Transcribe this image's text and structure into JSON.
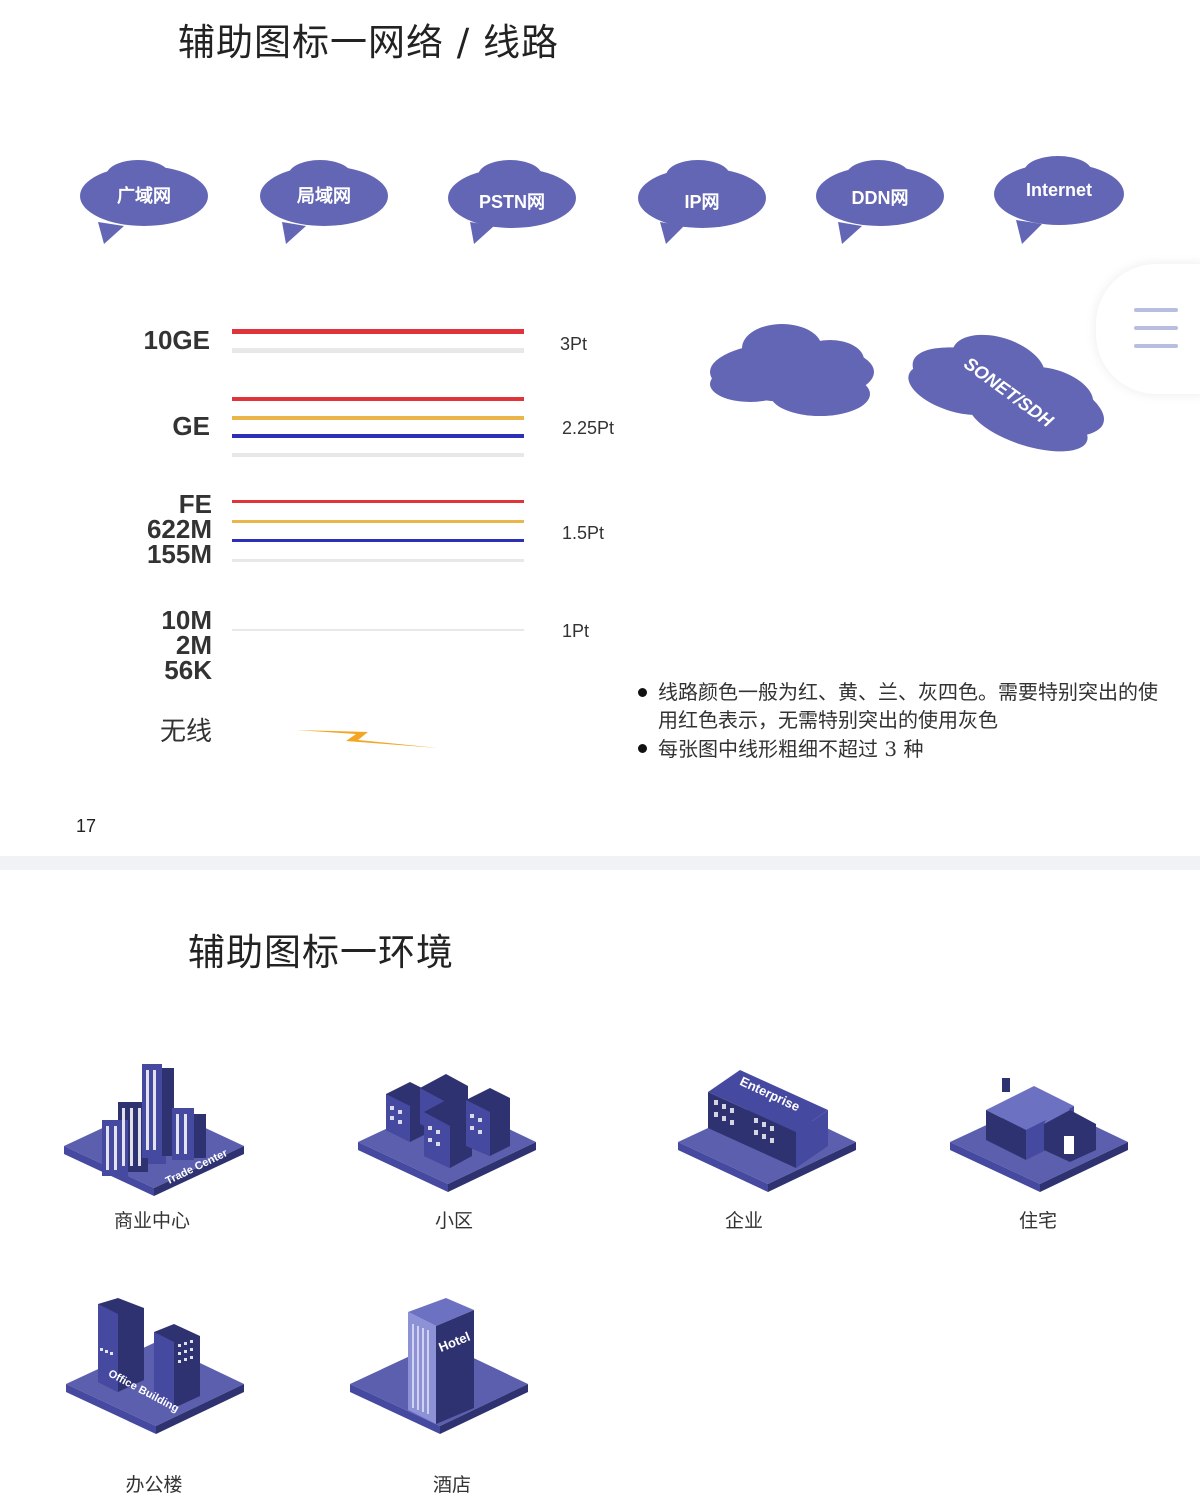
{
  "slide1": {
    "title": "辅助图标一网络 / 线路",
    "clouds": [
      "广域网",
      "局域网",
      "PSTN网",
      "IP网",
      "DDN网",
      "Internet"
    ],
    "big_cloud_label": "SONET/SDH",
    "line_specs": [
      {
        "labels": [
          "10GE"
        ],
        "weight": "3Pt"
      },
      {
        "labels": [
          "GE"
        ],
        "weight": "2.25Pt"
      },
      {
        "labels": [
          "FE",
          "622M",
          "155M"
        ],
        "weight": "1.5Pt"
      },
      {
        "labels": [
          "10M",
          "2M",
          "56K"
        ],
        "weight": "1Pt"
      }
    ],
    "wireless_label": "无线",
    "notes": [
      "线路颜色一般为红、黄、兰、灰四色。需要特别突出的使用红色表示，无需特别突出的使用灰色",
      "每张图中线形粗细不超过 3 种"
    ],
    "page_number": "17",
    "colors": {
      "cloud": "#6366b4",
      "red": "#e0343b",
      "yellow": "#eab64a",
      "blue": "#2d2fb8",
      "gray": "#e8e8e8",
      "lightning": "#f2a623"
    }
  },
  "slide2": {
    "title": "辅助图标一环境",
    "icons": [
      {
        "label": "商业中心",
        "sign": "Trade Center",
        "icon": "trade-center-icon"
      },
      {
        "label": "小区",
        "icon": "residential-area-icon"
      },
      {
        "label": "企业",
        "sign": "Enterprise",
        "icon": "enterprise-icon"
      },
      {
        "label": "住宅",
        "icon": "house-icon"
      },
      {
        "label": "办公楼",
        "sign": "Office Building",
        "icon": "office-building-icon"
      },
      {
        "label": "酒店",
        "sign": "Hotel",
        "icon": "hotel-icon"
      }
    ],
    "colors": {
      "base": "#5b5fae",
      "dark": "#2f3270",
      "mid": "#4649a0"
    }
  }
}
